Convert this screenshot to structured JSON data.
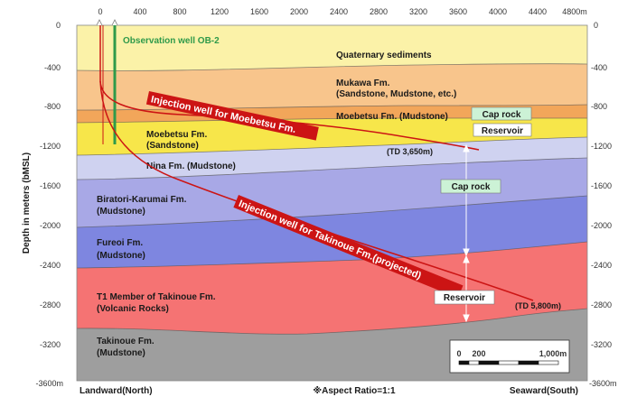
{
  "x_axis": {
    "unit_label": "4800m",
    "ticks": [
      "0",
      "400",
      "800",
      "1200",
      "1600",
      "2000",
      "2400",
      "2800",
      "3200",
      "3600",
      "4000",
      "4400"
    ]
  },
  "y_axis": {
    "title": "Depth in meters (bMSL)",
    "left_ticks": [
      "0",
      "-400",
      "-800",
      "-1200",
      "-1600",
      "-2000",
      "-2400",
      "-2800",
      "-3200",
      "-3600m"
    ],
    "right_ticks": [
      "0",
      "-400",
      "-800",
      "-1200",
      "-1600",
      "-2000",
      "-2400",
      "-2800",
      "-3200",
      "-3600m"
    ]
  },
  "formations": {
    "quaternary": "Quaternary sediments",
    "mukawa_1": "Mukawa Fm.",
    "mukawa_2": "(Sandstone, Mudstone, etc.)",
    "moebetsu_mud": "Moebetsu Fm.  (Mudstone)",
    "moebetsu_sand_1": "Moebetsu  Fm.",
    "moebetsu_sand_2": "(Sandstone)",
    "nina": "Nina Fm.  (Mudstone)",
    "biratori_1": "Biratori-Karumai Fm.",
    "biratori_2": "(Mudstone)",
    "fureoi_1": "Fureoi Fm.",
    "fureoi_2": "(Mudstone)",
    "t1_1": "T1 Member of Takinoue Fm.",
    "t1_2": "(Volcanic Rocks)",
    "takinoue_1": "Takinoue Fm.",
    "takinoue_2": "(Mudstone)"
  },
  "wells": {
    "observation": "Observation well OB-2",
    "moebetsu_well": "Injection well for Moebetsu Fm.",
    "takinoue_well": "Injection well for Takinoue Fm.(projected)",
    "td_moebetsu": "(TD 3,650m)",
    "td_takinoue": "(TD 5,800m)"
  },
  "callouts": {
    "cap_rock_upper": "Cap rock",
    "reservoir_upper": "Reservoir",
    "cap_rock_lower": "Cap rock",
    "reservoir_lower": "Reservoir"
  },
  "scale_bar": {
    "label_0": "0",
    "label_200": "200",
    "label_1000": "1,000m"
  },
  "bottom": {
    "left": "Landward(North)",
    "center": "※Aspect Ratio=1:1",
    "right": "Seaward(South)"
  },
  "colors": {
    "quaternary": "#fbf2a8",
    "mukawa": "#f8c58c",
    "moebetsu_mudstone": "#f2a65a",
    "moebetsu_sandstone": "#f7e64a",
    "nina": "#cfd2f0",
    "biratori": "#a8a8e6",
    "fureoi": "#7e86e0",
    "t1_takinoue": "#f57373",
    "takinoue": "#9e9e9e",
    "injection_well": "#cc1414",
    "observation_well": "#2f9a4a",
    "cap_rock_box": "#ccf2d6",
    "reservoir_box": "#ffffff"
  }
}
